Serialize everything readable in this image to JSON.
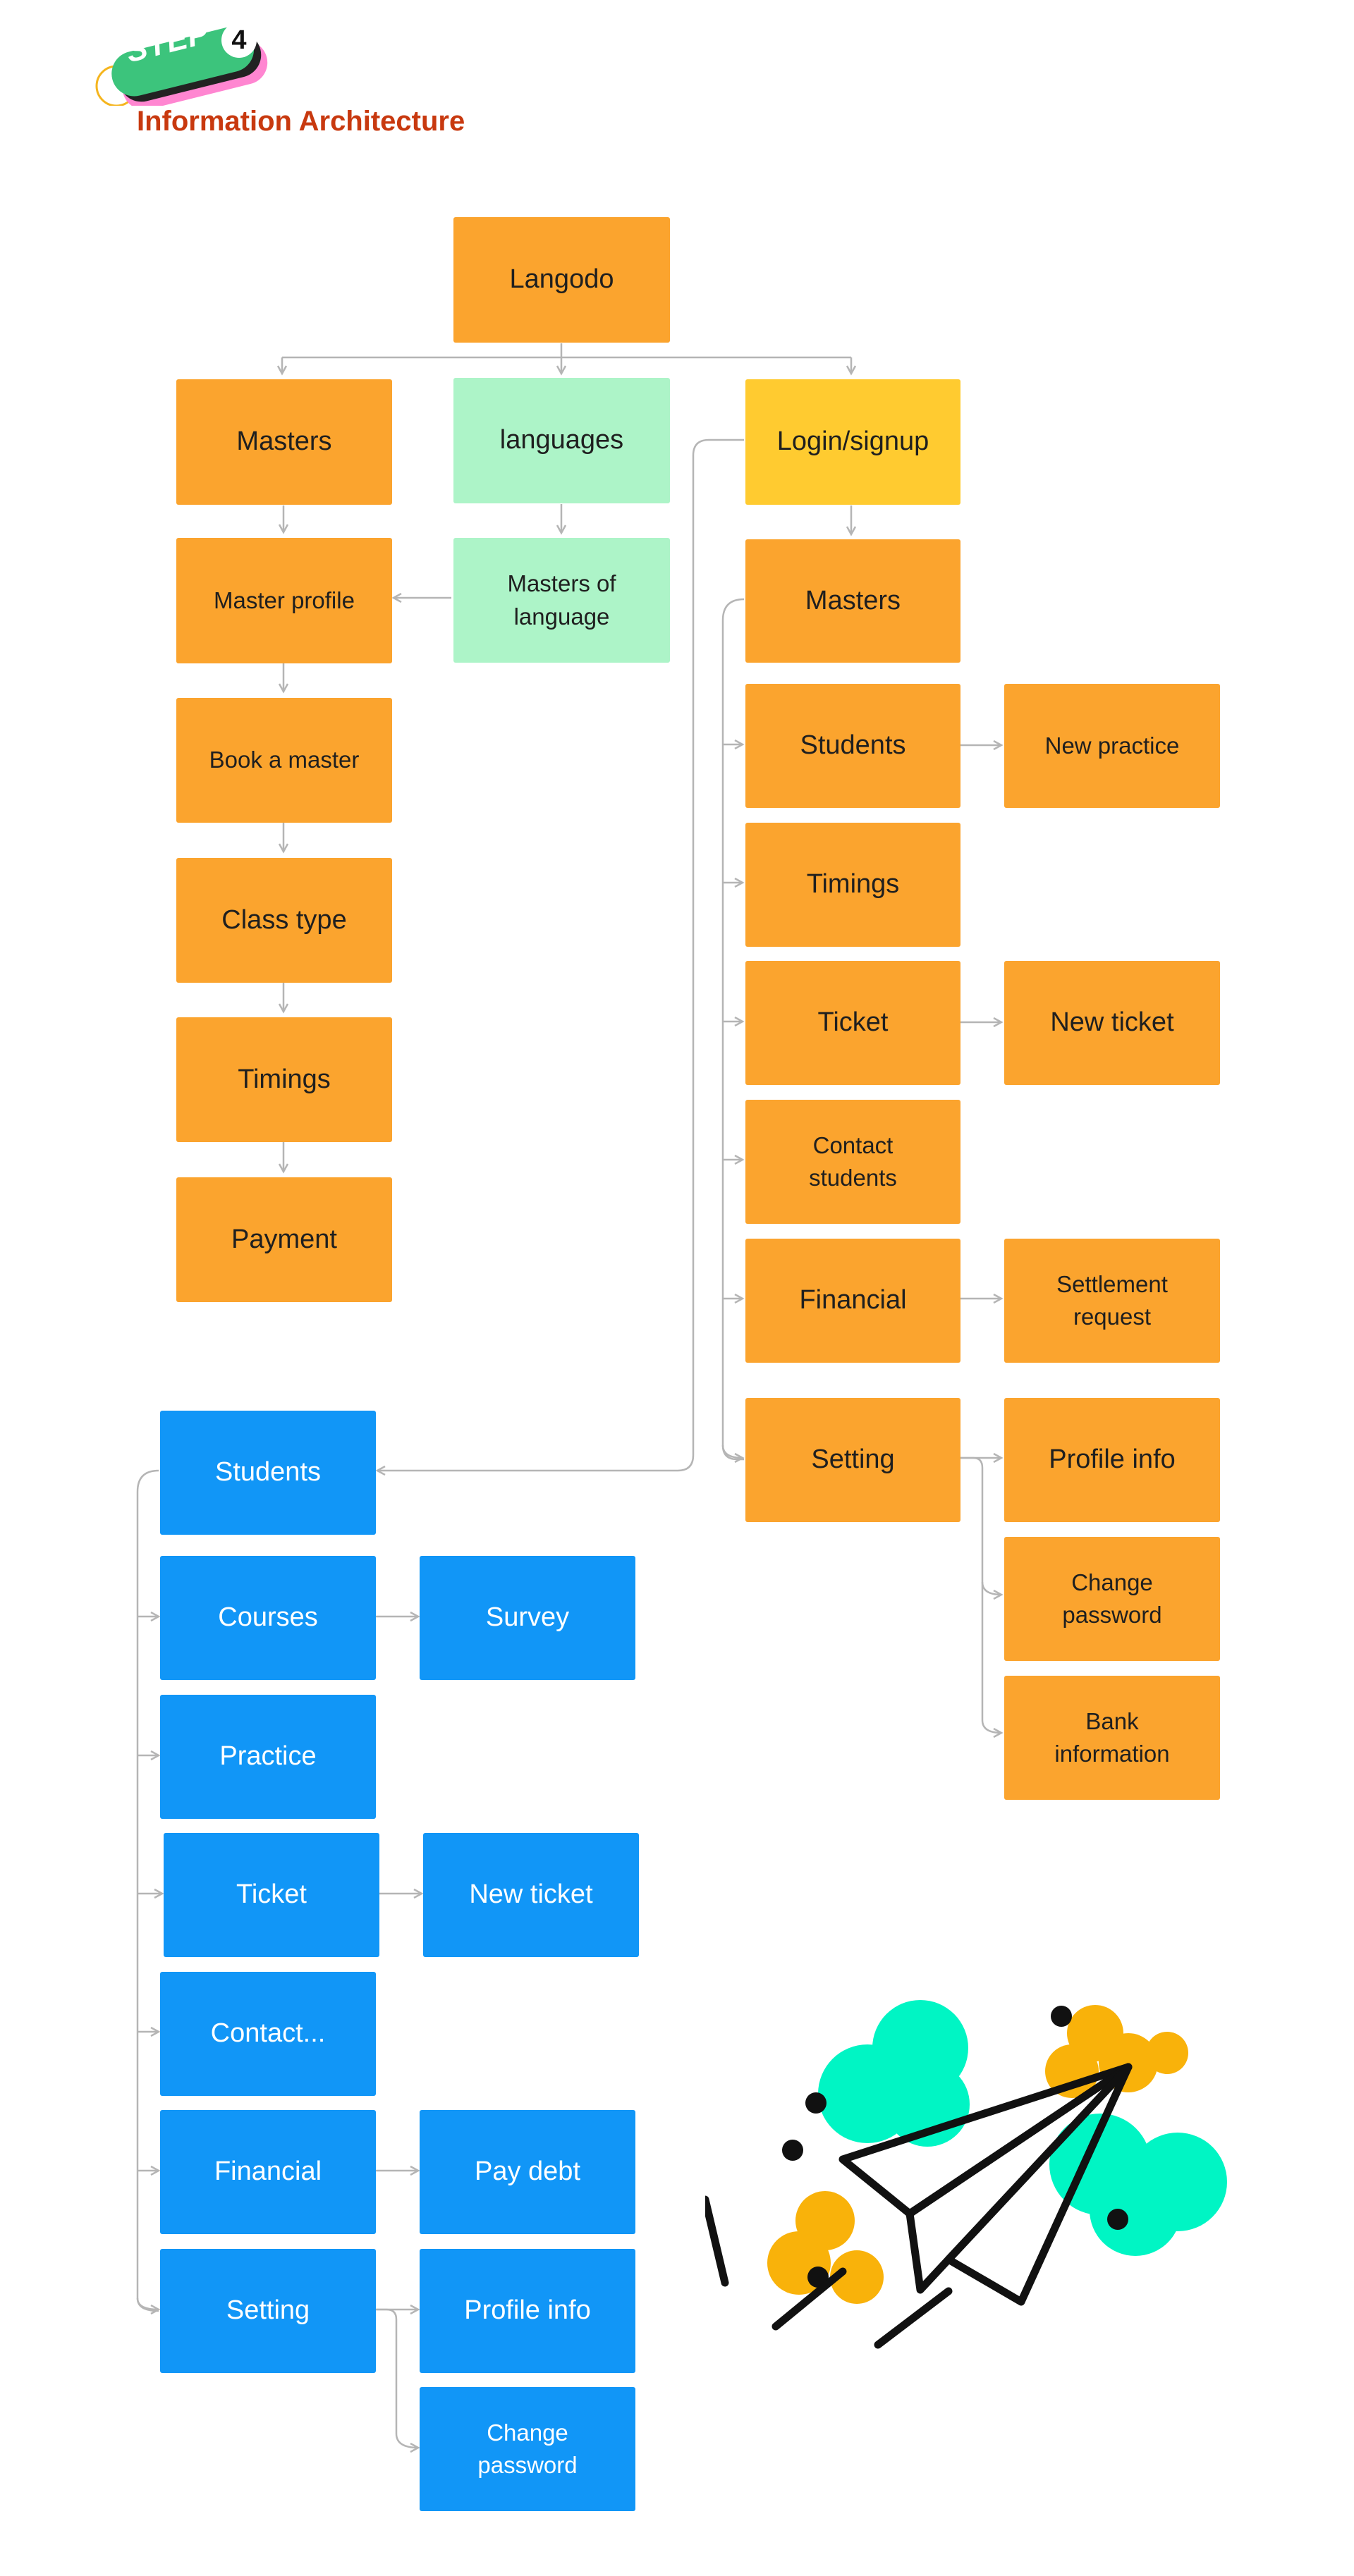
{
  "header": {
    "badge_word": "STEP",
    "badge_number": "4",
    "title": "Information Architecture"
  },
  "diagram": {
    "root": "Langodo",
    "languages": {
      "top": "languages",
      "masters_of_language": "Masters of language"
    },
    "masters_branch": [
      "Masters",
      "Master profile",
      "Book a master",
      "Class type",
      "Timings",
      "Payment"
    ],
    "login": "Login/signup",
    "master_role": {
      "title": "Masters",
      "items": [
        "Students",
        "Timings",
        "Ticket",
        "Contact students",
        "Financial",
        "Setting"
      ],
      "students_child": "New practice",
      "ticket_child": "New ticket",
      "financial_child": "Settlement request",
      "setting_children": [
        "Profile info",
        "Change password",
        "Bank information"
      ]
    },
    "student_role": {
      "title": "Students",
      "items": [
        "Courses",
        "Practice",
        "Ticket",
        "Contact...",
        "Financial",
        "Setting"
      ],
      "courses_child": "Survey",
      "ticket_child": "New ticket",
      "financial_child": "Pay debt",
      "setting_children": [
        "Profile info",
        "Change password"
      ]
    }
  },
  "colors": {
    "orange": "#fba42e",
    "green": "#adf4c8",
    "yellow": "#ffcb30",
    "blue": "#1196f7",
    "title_red": "#c8390f",
    "connector": "#b5b5b5",
    "plane_cloud_mint": "#00f5c4",
    "plane_cloud_amber": "#f9b20a"
  },
  "illustration": {
    "icon": "paper-plane-icon"
  }
}
